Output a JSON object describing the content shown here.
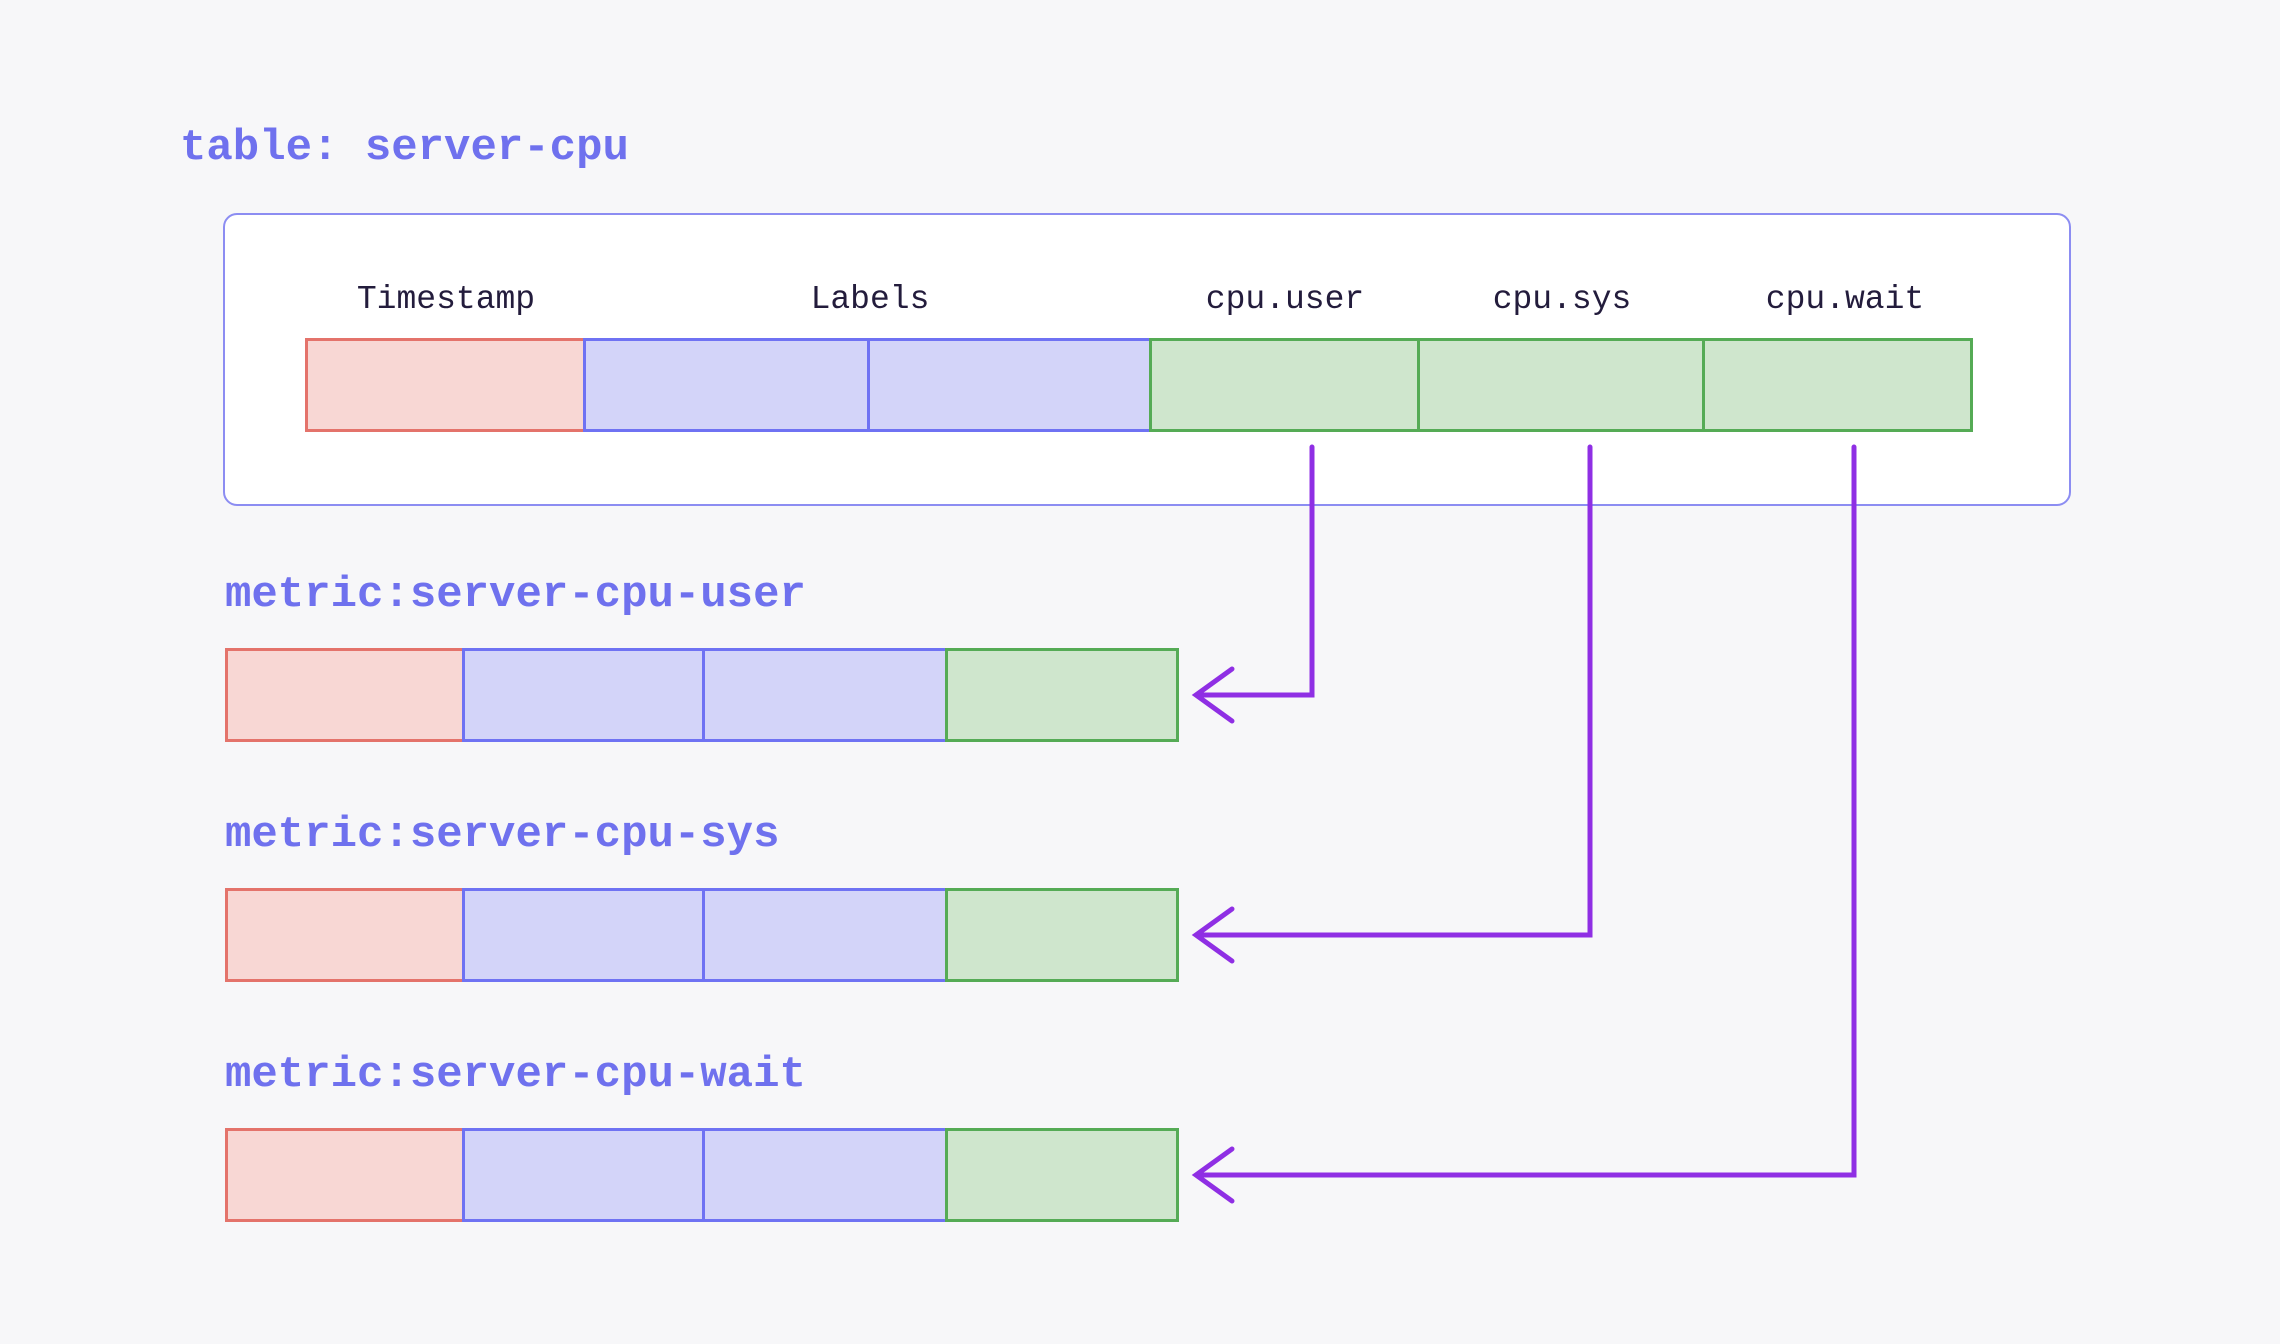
{
  "diagram": {
    "table": {
      "title": "table: server-cpu",
      "columns": [
        "Timestamp",
        "Labels",
        "cpu.user",
        "cpu.sys",
        "cpu.wait"
      ],
      "row_cell_types": [
        "timestamp",
        "label",
        "label",
        "value",
        "value",
        "value"
      ]
    },
    "metrics": [
      {
        "label": "metric:server-cpu-user",
        "source_column": "cpu.user",
        "cell_types": [
          "timestamp",
          "label",
          "label",
          "value"
        ]
      },
      {
        "label": "metric:server-cpu-sys",
        "source_column": "cpu.sys",
        "cell_types": [
          "timestamp",
          "label",
          "label",
          "value"
        ]
      },
      {
        "label": "metric:server-cpu-wait",
        "source_column": "cpu.wait",
        "cell_types": [
          "timestamp",
          "label",
          "label",
          "value"
        ]
      }
    ]
  },
  "colors": {
    "page_background": "#f7f7f9",
    "panel_background": "#ffffff",
    "panel_border": "#8c8df2",
    "title_text": "#6f71ee",
    "column_header_text": "#231c3c",
    "timestamp_fill": "#f8d7d4",
    "timestamp_border": "#e4736b",
    "labels_fill": "#d3d4f9",
    "labels_border": "#6f72f3",
    "value_fill": "#cfe6cd",
    "value_border": "#55ab55",
    "arrow": "#8f2fe4"
  }
}
